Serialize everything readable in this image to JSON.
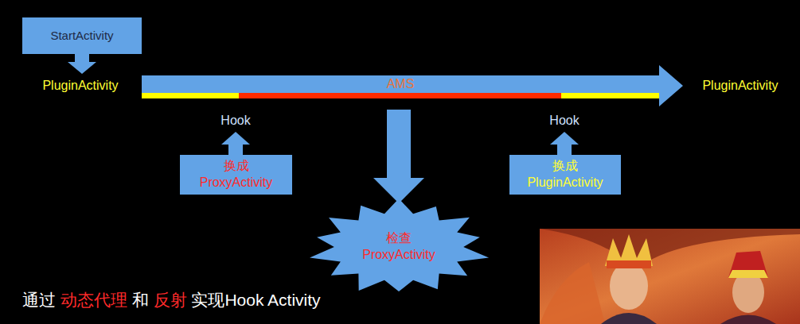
{
  "diagram": {
    "caption": "通过 动态代理 和 反射 实现Hook Activity",
    "nodes": [
      {
        "text": [
          "StartActivity"
        ]
      },
      {
        "text": [
          "AMS"
        ]
      },
      {
        "text": [
          "换成 ProxyActivity"
        ]
      },
      {
        "text": [
          "检查 ProxyActivity"
        ]
      },
      {
        "text": [
          "换成 PluginActivity"
        ]
      }
    ],
    "edges": [
      {
        "from": 1,
        "to": 3,
        "arrow": "to"
      }
    ],
    "labels": [
      "PluginActivity",
      "PluginActivity",
      "Hook",
      "Hook"
    ]
  }
}
